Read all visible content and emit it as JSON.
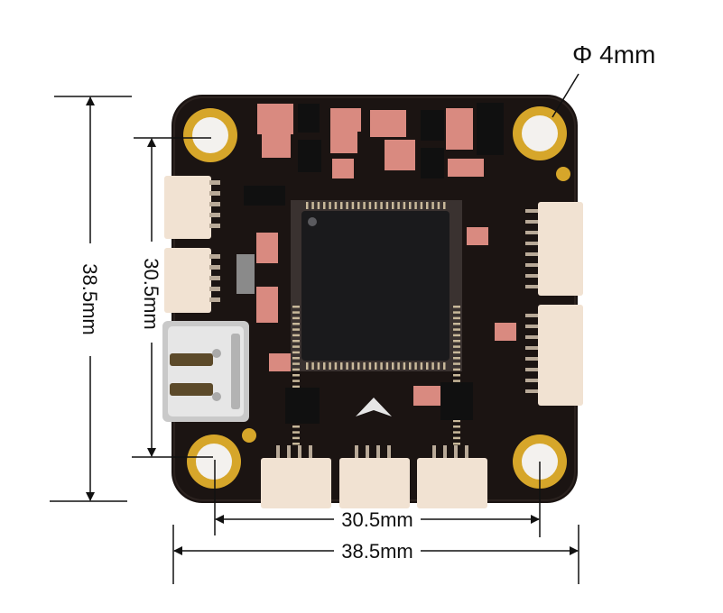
{
  "dimensions": {
    "outer_width": "38.5mm",
    "mounting_width": "30.5mm",
    "outer_height": "38.5mm",
    "mounting_height": "30.5mm",
    "hole_diameter": "Φ 4mm"
  },
  "colors": {
    "pcb": "#1b1412",
    "pad_gold": "#d6a62a",
    "connector": "#f1e2d2",
    "chip": "#1a1a1c",
    "usb_metal": "#c9c9c9",
    "line": "#111111"
  },
  "icons": {
    "direction_arrow": "arrow-up-icon"
  }
}
